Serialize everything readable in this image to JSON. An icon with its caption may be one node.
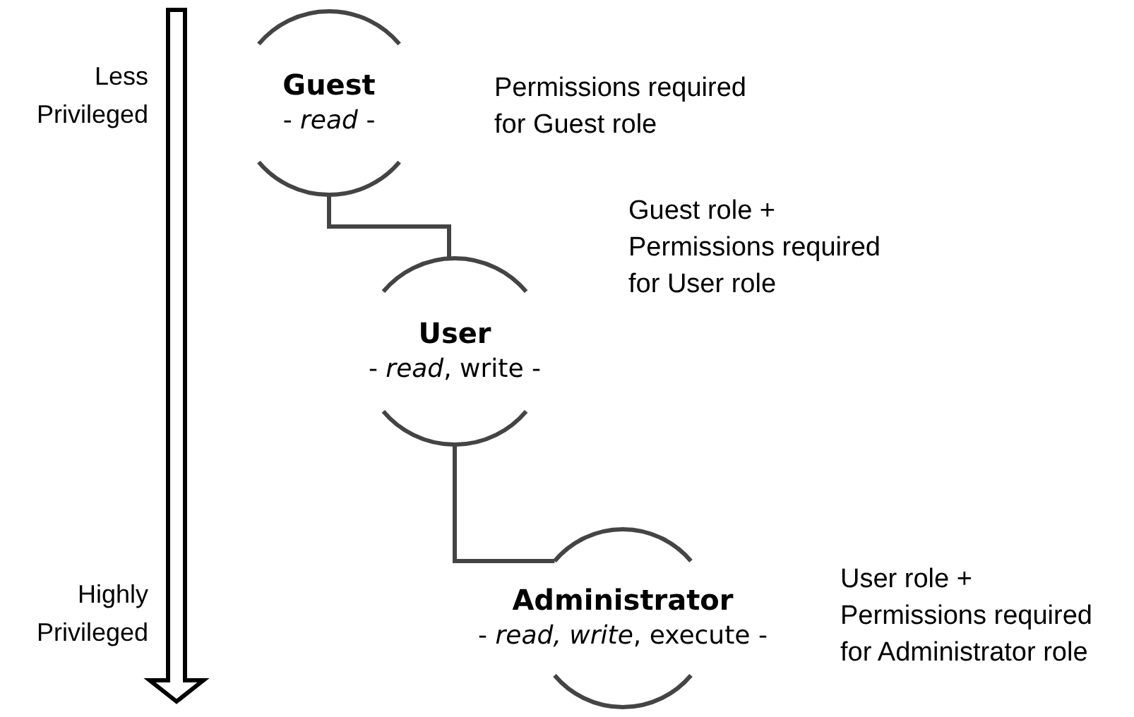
{
  "diagram": {
    "nodes": [
      {
        "text": [
          "Guest",
          "- *read* -"
        ],
        "beside": [
          "Permissions required for Guest role"
        ]
      },
      {
        "text": [
          "User",
          "- *read*, write -"
        ],
        "beside": [
          "Guest role + Permissions required for User role"
        ]
      },
      {
        "text": [
          "Administrator",
          "- *read, write*, execute -"
        ],
        "beside": [
          "User role + Permissions required for Administrator role"
        ]
      }
    ],
    "edges": [
      {
        "from": 0,
        "to": 1,
        "arrow": "none"
      },
      {
        "from": 1,
        "to": 2,
        "arrow": "none"
      }
    ],
    "labels": [
      "Less Privileged",
      "Highly Privileged"
    ]
  }
}
